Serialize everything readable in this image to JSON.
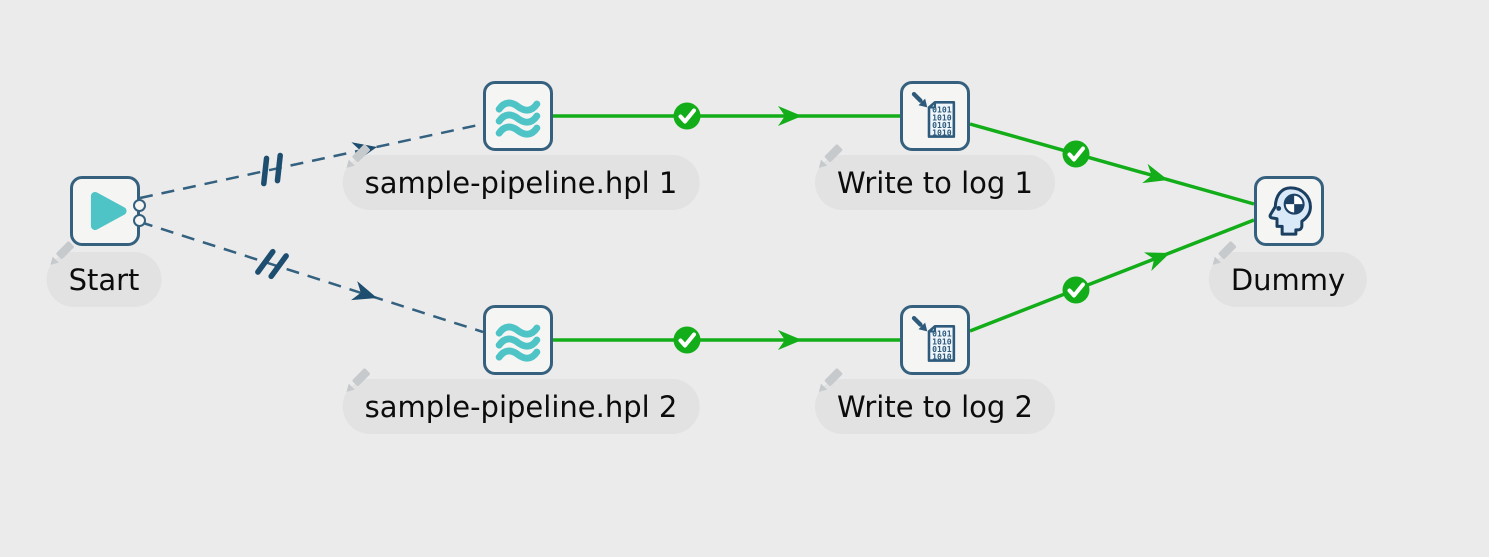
{
  "canvas": {
    "type": "workflow-graph-canvas",
    "background": "#ebebeb"
  },
  "colors": {
    "node_border": "#35617e",
    "node_fill": "#f5f5f4",
    "teal_accent": "#4fc4c6",
    "hop_success_green": "#12ad18",
    "hop_unconditional_dash": "#33617f",
    "hop_arrow_navy": "#1d4d6f",
    "label_pill_bg": "#e2e2e2",
    "label_text": "#0c0c0c",
    "pencil_gray": "#c7cacd",
    "doc_icon_blue": "#2e5b7c",
    "head_icon_fill": "#d9e9f7",
    "head_icon_outline": "#1b3f60"
  },
  "nodes": {
    "start": {
      "label": "Start",
      "icon": "play-icon"
    },
    "pipeline1": {
      "label": "sample-pipeline.hpl 1",
      "icon": "pipeline-waves-icon"
    },
    "writelog1": {
      "label": "Write to log 1",
      "icon": "write-to-log-icon"
    },
    "pipeline2": {
      "label": "sample-pipeline.hpl 2",
      "icon": "pipeline-waves-icon"
    },
    "writelog2": {
      "label": "Write to log 2",
      "icon": "write-to-log-icon"
    },
    "dummy": {
      "label": "Dummy",
      "icon": "dummy-head-icon"
    }
  },
  "hops": [
    {
      "from": "Start",
      "to": "sample-pipeline.hpl 1",
      "condition": "unconditional",
      "style": "dashed-navy"
    },
    {
      "from": "Start",
      "to": "sample-pipeline.hpl 2",
      "condition": "unconditional",
      "style": "dashed-navy"
    },
    {
      "from": "sample-pipeline.hpl 1",
      "to": "Write to log 1",
      "condition": "success",
      "style": "solid-green"
    },
    {
      "from": "sample-pipeline.hpl 2",
      "to": "Write to log 2",
      "condition": "success",
      "style": "solid-green"
    },
    {
      "from": "Write to log 1",
      "to": "Dummy",
      "condition": "success",
      "style": "solid-green"
    },
    {
      "from": "Write to log 2",
      "to": "Dummy",
      "condition": "success",
      "style": "solid-green"
    }
  ],
  "icons": {
    "write_to_log": {
      "rows": [
        "0101",
        "1010",
        "0101",
        "1010"
      ]
    }
  }
}
